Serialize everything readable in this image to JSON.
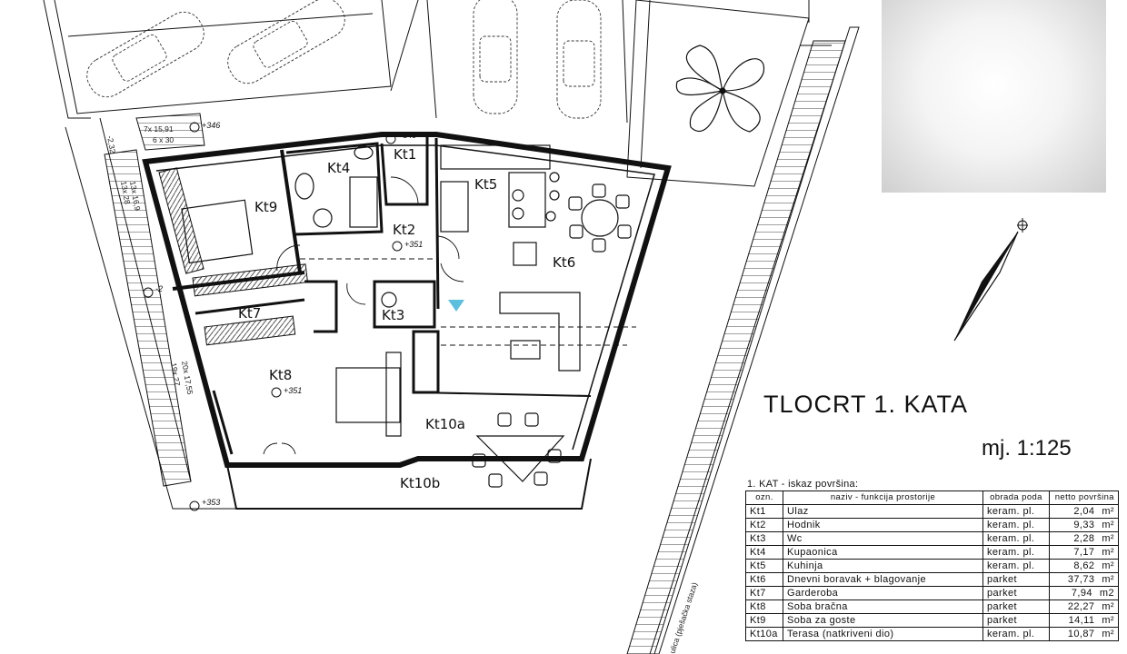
{
  "plan": {
    "rooms": [
      {
        "code": "Kt1",
        "label": "Kt1"
      },
      {
        "code": "Kt2",
        "label": "Kt2"
      },
      {
        "code": "Kt3",
        "label": "Kt3"
      },
      {
        "code": "Kt4",
        "label": "Kt4"
      },
      {
        "code": "Kt5",
        "label": "Kt5"
      },
      {
        "code": "Kt6",
        "label": "Kt6"
      },
      {
        "code": "Kt7",
        "label": "Kt7"
      },
      {
        "code": "Kt8",
        "label": "Kt8"
      },
      {
        "code": "Kt9",
        "label": "Kt9"
      },
      {
        "code": "Kt10a",
        "label": "Kt10a"
      },
      {
        "code": "Kt10b",
        "label": "Kt10b"
      }
    ],
    "elevations": [
      "+349",
      "+351",
      "+351",
      "+346",
      "+353",
      "-2"
    ],
    "stair_notes": [
      "7x 15,91",
      "6 x 30",
      "13x 16,9",
      "13x 28",
      "20x 17,55",
      "19x 27"
    ],
    "ramp_note": "ulica (pješačka staza)",
    "side_marks": [
      "-2,32"
    ]
  },
  "heading": {
    "title": "TLOCRT 1. KATA",
    "scale": "mj.  1:125"
  },
  "area_table": {
    "caption": "1. KAT   - iskaz površina:",
    "columns": [
      "ozn.",
      "naziv - funkcija prostorije",
      "obrada poda",
      "netto površina"
    ],
    "rows": [
      {
        "code": "Kt1",
        "name": "Ulaz",
        "floor": "keram. pl.",
        "area": "2,04",
        "unit": "m²"
      },
      {
        "code": "Kt2",
        "name": "Hodnik",
        "floor": "keram. pl.",
        "area": "9,33",
        "unit": "m²"
      },
      {
        "code": "Kt3",
        "name": "Wc",
        "floor": "keram. pl.",
        "area": "2,28",
        "unit": "m²"
      },
      {
        "code": "Kt4",
        "name": "Kupaonica",
        "floor": "keram. pl.",
        "area": "7,17",
        "unit": "m²"
      },
      {
        "code": "Kt5",
        "name": "Kuhinja",
        "floor": "keram. pl.",
        "area": "8,62",
        "unit": "m²"
      },
      {
        "code": "Kt6",
        "name": "Dnevni boravak + blagovanje",
        "floor": "parket",
        "area": "37,73",
        "unit": "m²"
      },
      {
        "code": "Kt7",
        "name": "Garderoba",
        "floor": "parket",
        "area": "7,94",
        "unit": "m2"
      },
      {
        "code": "Kt8",
        "name": "Soba bračna",
        "floor": "parket",
        "area": "22,27",
        "unit": "m²"
      },
      {
        "code": "Kt9",
        "name": "Soba za goste",
        "floor": "parket",
        "area": "14,11",
        "unit": "m²"
      },
      {
        "code": "Kt10a",
        "name": "Terasa (natkriveni dio)",
        "floor": "keram. pl.",
        "area": "10,87",
        "unit": "m²"
      }
    ]
  },
  "colors": {
    "ink": "#111111",
    "window_marker": "#5bc0de"
  }
}
